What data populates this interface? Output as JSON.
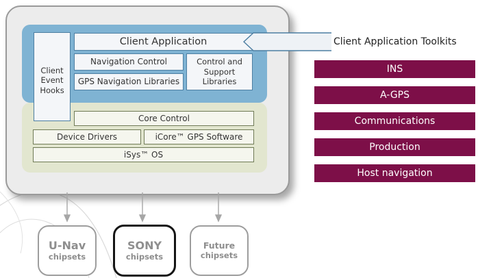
{
  "diagram": {
    "client_event_hooks": "Client Event Hooks",
    "client_application": "Client Application",
    "navigation_control": "Navigation Control",
    "gps_navigation_libraries": "GPS Navigation Libraries",
    "control_support_libraries": "Control and Support Libraries",
    "core_control": "Core Control",
    "device_drivers": "Device Drivers",
    "icore_gps_software": "iCore™ GPS Software",
    "isys_os": "iSys™ OS"
  },
  "toolkits": {
    "title": "Client Application Toolkits",
    "items": [
      "INS",
      "A-GPS",
      "Communications",
      "Production",
      "Host navigation"
    ]
  },
  "chipsets": [
    {
      "name": "U-Nav",
      "label": "chipsets"
    },
    {
      "name": "SONY",
      "label": "chipsets"
    },
    {
      "name": "Future",
      "label": "chipsets"
    }
  ],
  "colors": {
    "toolkit_bg": "#7d0f48",
    "application_layer": "#7fb3d3",
    "core_layer": "#e2e6cf",
    "highlight_border": "#151515"
  }
}
